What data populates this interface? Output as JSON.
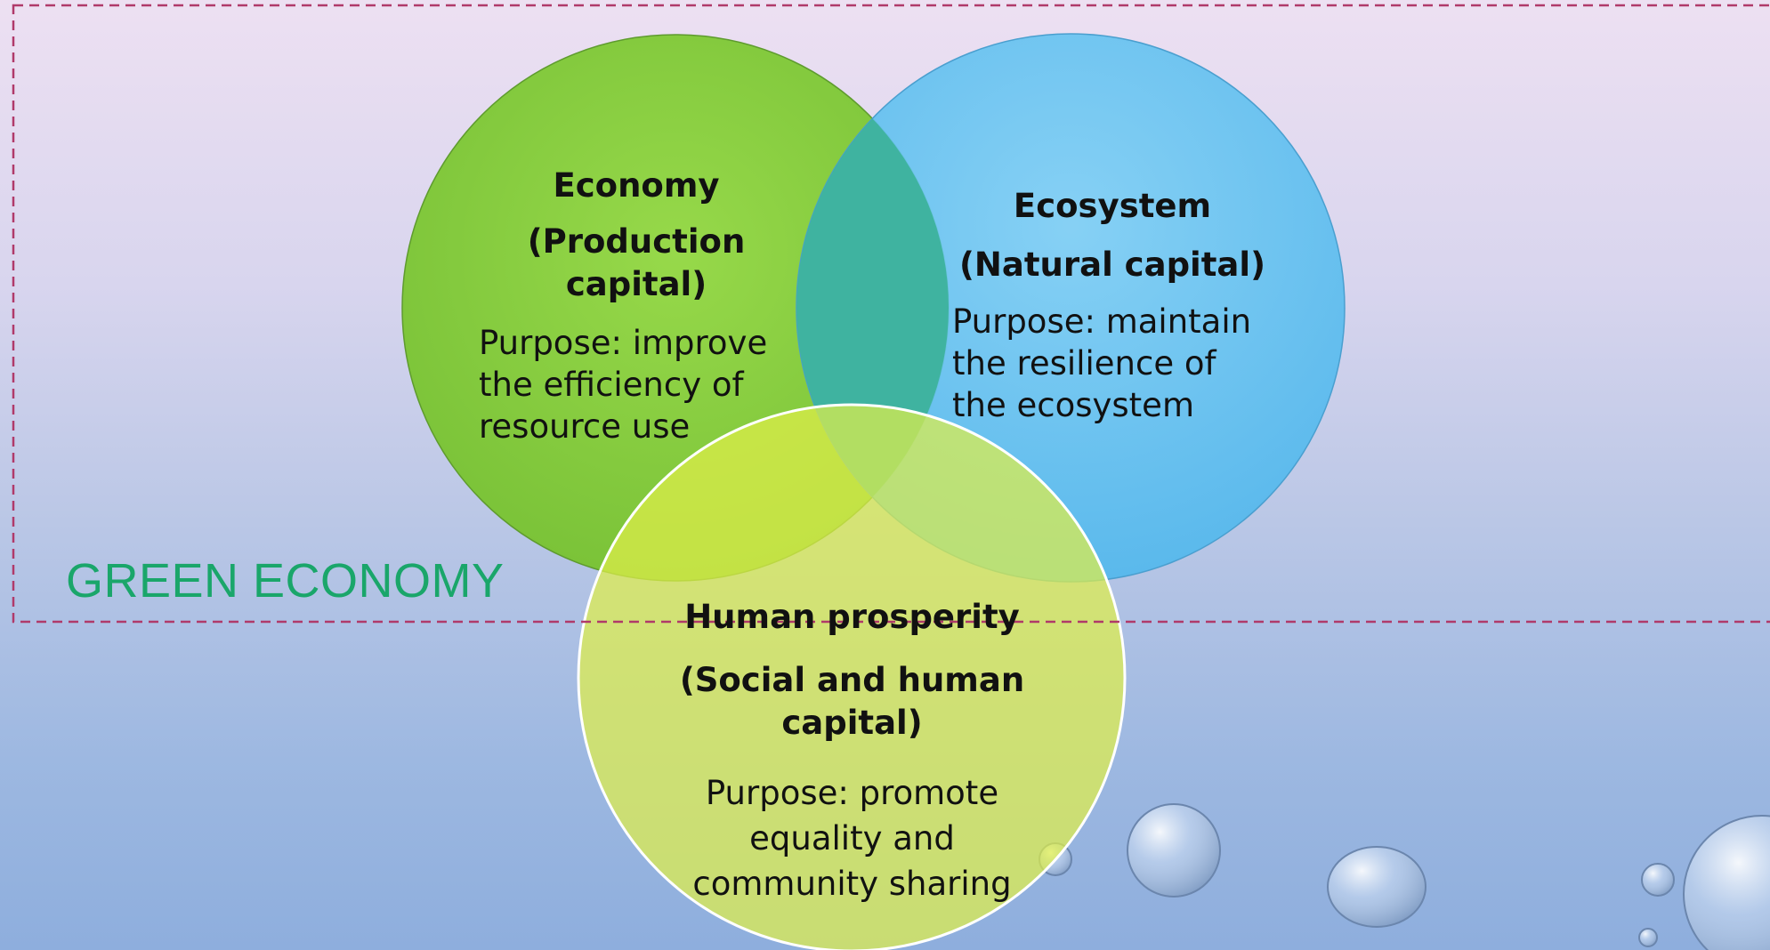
{
  "frame_label": "GREEN ECONOMY",
  "colors": {
    "frame": "#b03a6a",
    "label": "#1aa66a",
    "economy": "#86c934",
    "ecosystem": "#5cbdf0",
    "human": "#dbe84c"
  },
  "circles": {
    "economy": {
      "title": "Economy",
      "capital": "(Production capital)",
      "purpose": "Purpose: improve the efficiency of resource use"
    },
    "ecosystem": {
      "title": "Ecosystem",
      "capital": "(Natural capital)",
      "purpose": "Purpose: maintain the resilience of the ecosystem"
    },
    "human": {
      "title": "Human prosperity",
      "capital": "(Social and human capital)",
      "purpose": "Purpose: promote equality and community sharing"
    }
  }
}
